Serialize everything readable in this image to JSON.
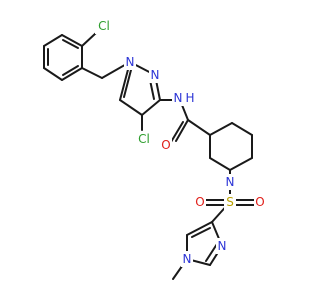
{
  "molecule": {
    "colors": {
      "bond": "#1a1a1a",
      "C": "#1a1a1a",
      "N": "#2c35d6",
      "O": "#e0201b",
      "S": "#b8a000",
      "Cl": "#2e9e2e"
    },
    "atom_labels": {
      "cl_top": "Cl",
      "n_benzyl": "N",
      "n_pz1": "N",
      "nh": "N",
      "h_amide": "H",
      "cl_pz1": "Cl",
      "o_amide": "O",
      "n_pip": "N",
      "s": "S",
      "o_s_left": "O",
      "o_s_right": "O",
      "n_pz2_top": "N",
      "n_pz2_bottom": "N"
    }
  }
}
